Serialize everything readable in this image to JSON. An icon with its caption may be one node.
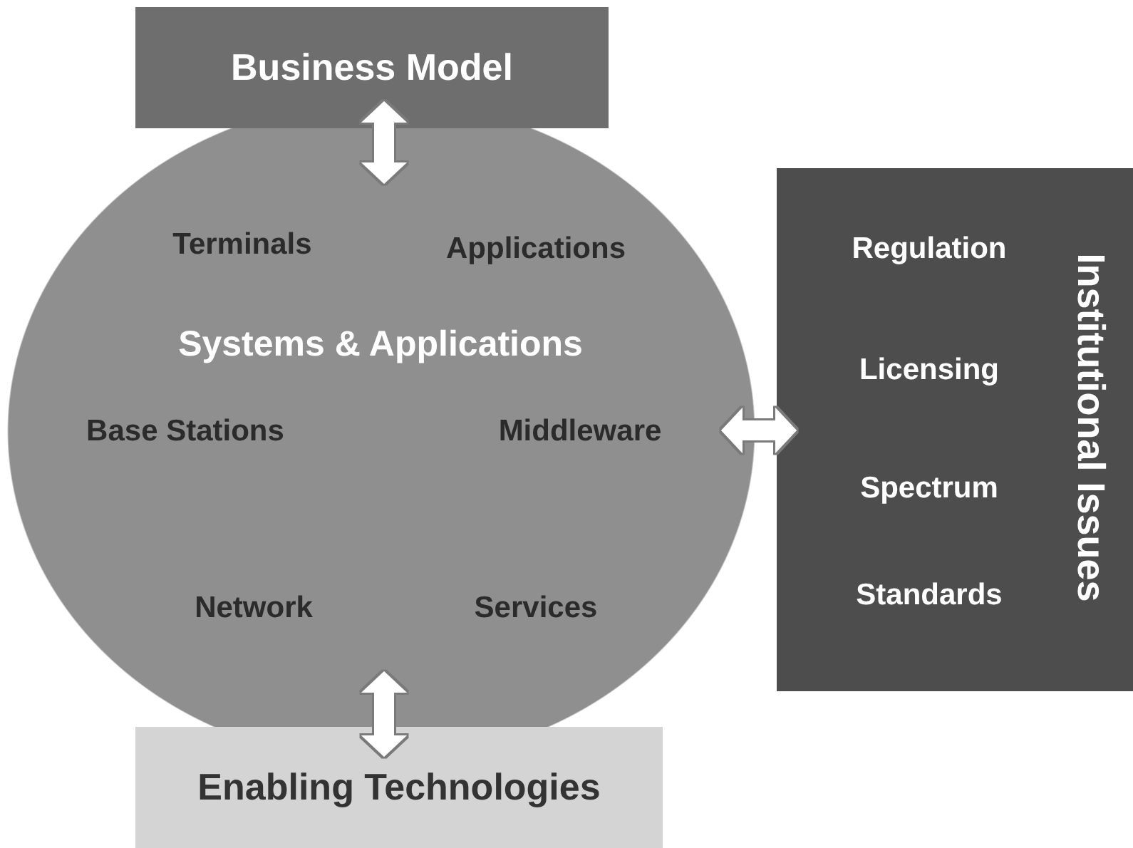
{
  "diagram": {
    "nodes": [
      {
        "text": [
          "Business Model"
        ]
      },
      {
        "text": [
          "Terminals",
          "Applications",
          "Systems & Applications",
          "Base Stations",
          "Middleware",
          "Network",
          "Services"
        ]
      },
      {
        "text": [
          "Institutional Issues",
          "Regulation",
          "Licensing",
          "Spectrum",
          "Standards"
        ]
      },
      {
        "text": [
          "Enabling Technologies"
        ]
      }
    ],
    "edges": [
      {
        "from": 0,
        "to": 1,
        "arrow": "both"
      },
      {
        "from": 1,
        "to": 2,
        "arrow": "both"
      },
      {
        "from": 1,
        "to": 3,
        "arrow": "both"
      }
    ]
  }
}
